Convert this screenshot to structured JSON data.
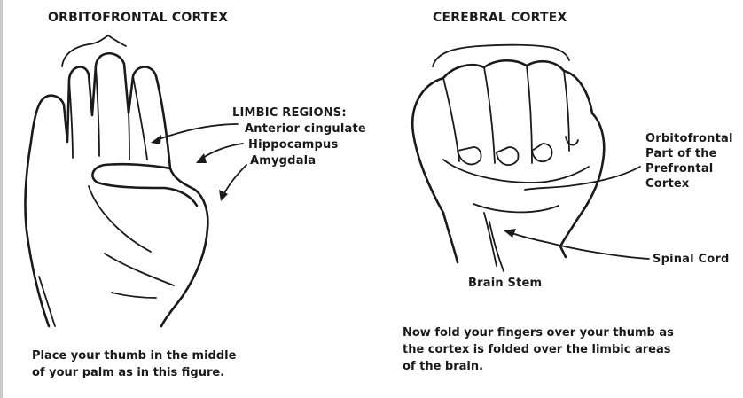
{
  "left_panel": {
    "top_label": "ORBITOFRONTAL CORTEX",
    "limbic": {
      "heading": "LIMBIC REGIONS:",
      "items": [
        "Anterior cingulate",
        "Hippocampus",
        "Amygdala"
      ]
    },
    "caption": [
      "Place your thumb in the middle",
      "of your palm as in this figure."
    ]
  },
  "right_panel": {
    "top_label": "CEREBRAL CORTEX",
    "side_label": [
      "Orbitofrontal",
      "Part of the",
      "Prefrontal",
      "Cortex"
    ],
    "spinal_label": "Spinal Cord",
    "brainstem_label": "Brain Stem",
    "caption": [
      "Now fold your fingers over your thumb as",
      "the cortex is folded over the limbic areas",
      "of the brain."
    ]
  },
  "colors": {
    "ink": "#1a1a1a",
    "background": "#ffffff"
  }
}
